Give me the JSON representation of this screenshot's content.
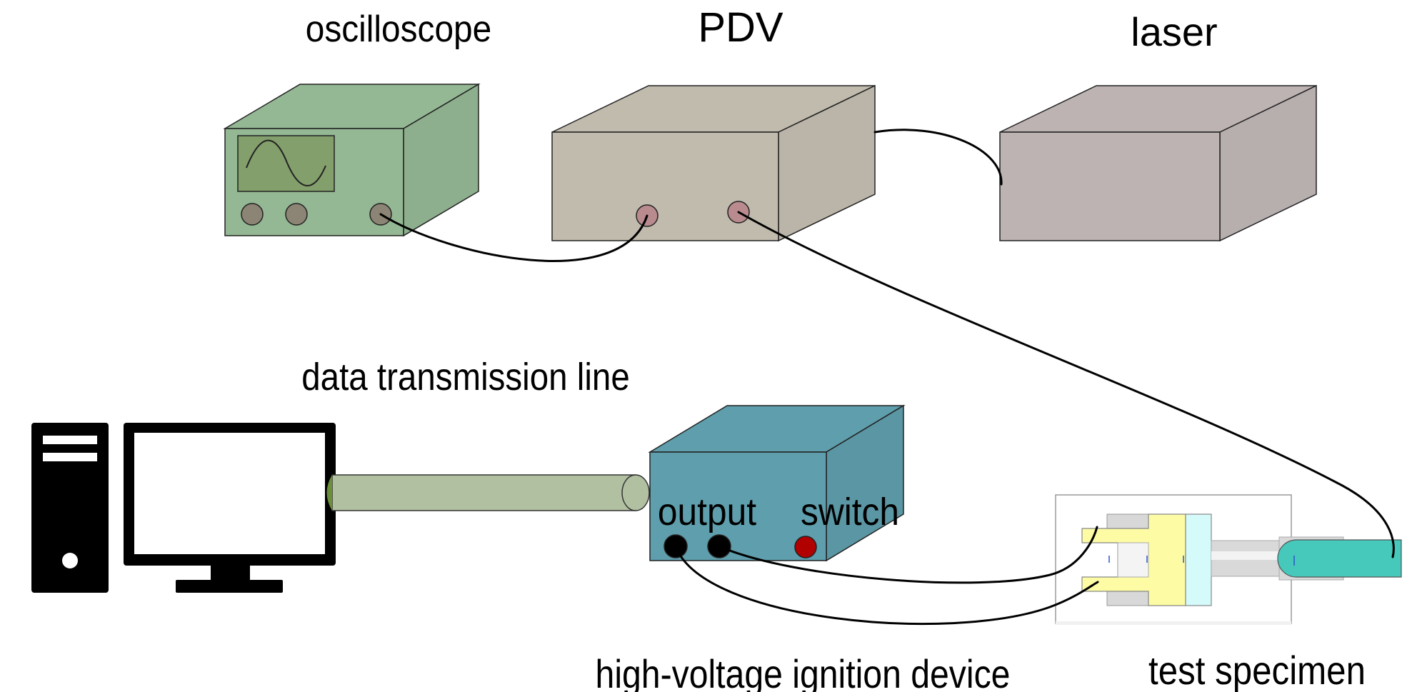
{
  "labels": {
    "oscilloscope": "oscilloscope",
    "pdv": "PDV",
    "laser": "laser",
    "data_line": "data transmission line",
    "output": "output",
    "switch": "switch",
    "ignition": "high-voltage ignition device",
    "specimen": "test specimen"
  },
  "colors": {
    "oscilloscope": "#94b894",
    "oscilloscope_screen": "#839f6c",
    "pdv": "#c1bbae",
    "laser": "#bdb3b3",
    "ignition_device": "#5f9eac",
    "cable_tube": "#b2c0a2",
    "specimen_yellow": "#fdfca4",
    "specimen_cyan": "#d5fafa",
    "specimen_teal": "#46c8bb",
    "switch_red": "#b00000",
    "knob": "#8c8474",
    "port_pink": "#b98b8f"
  },
  "icons": {
    "computer": "computer-icon",
    "waveform": "sine-wave-icon"
  }
}
